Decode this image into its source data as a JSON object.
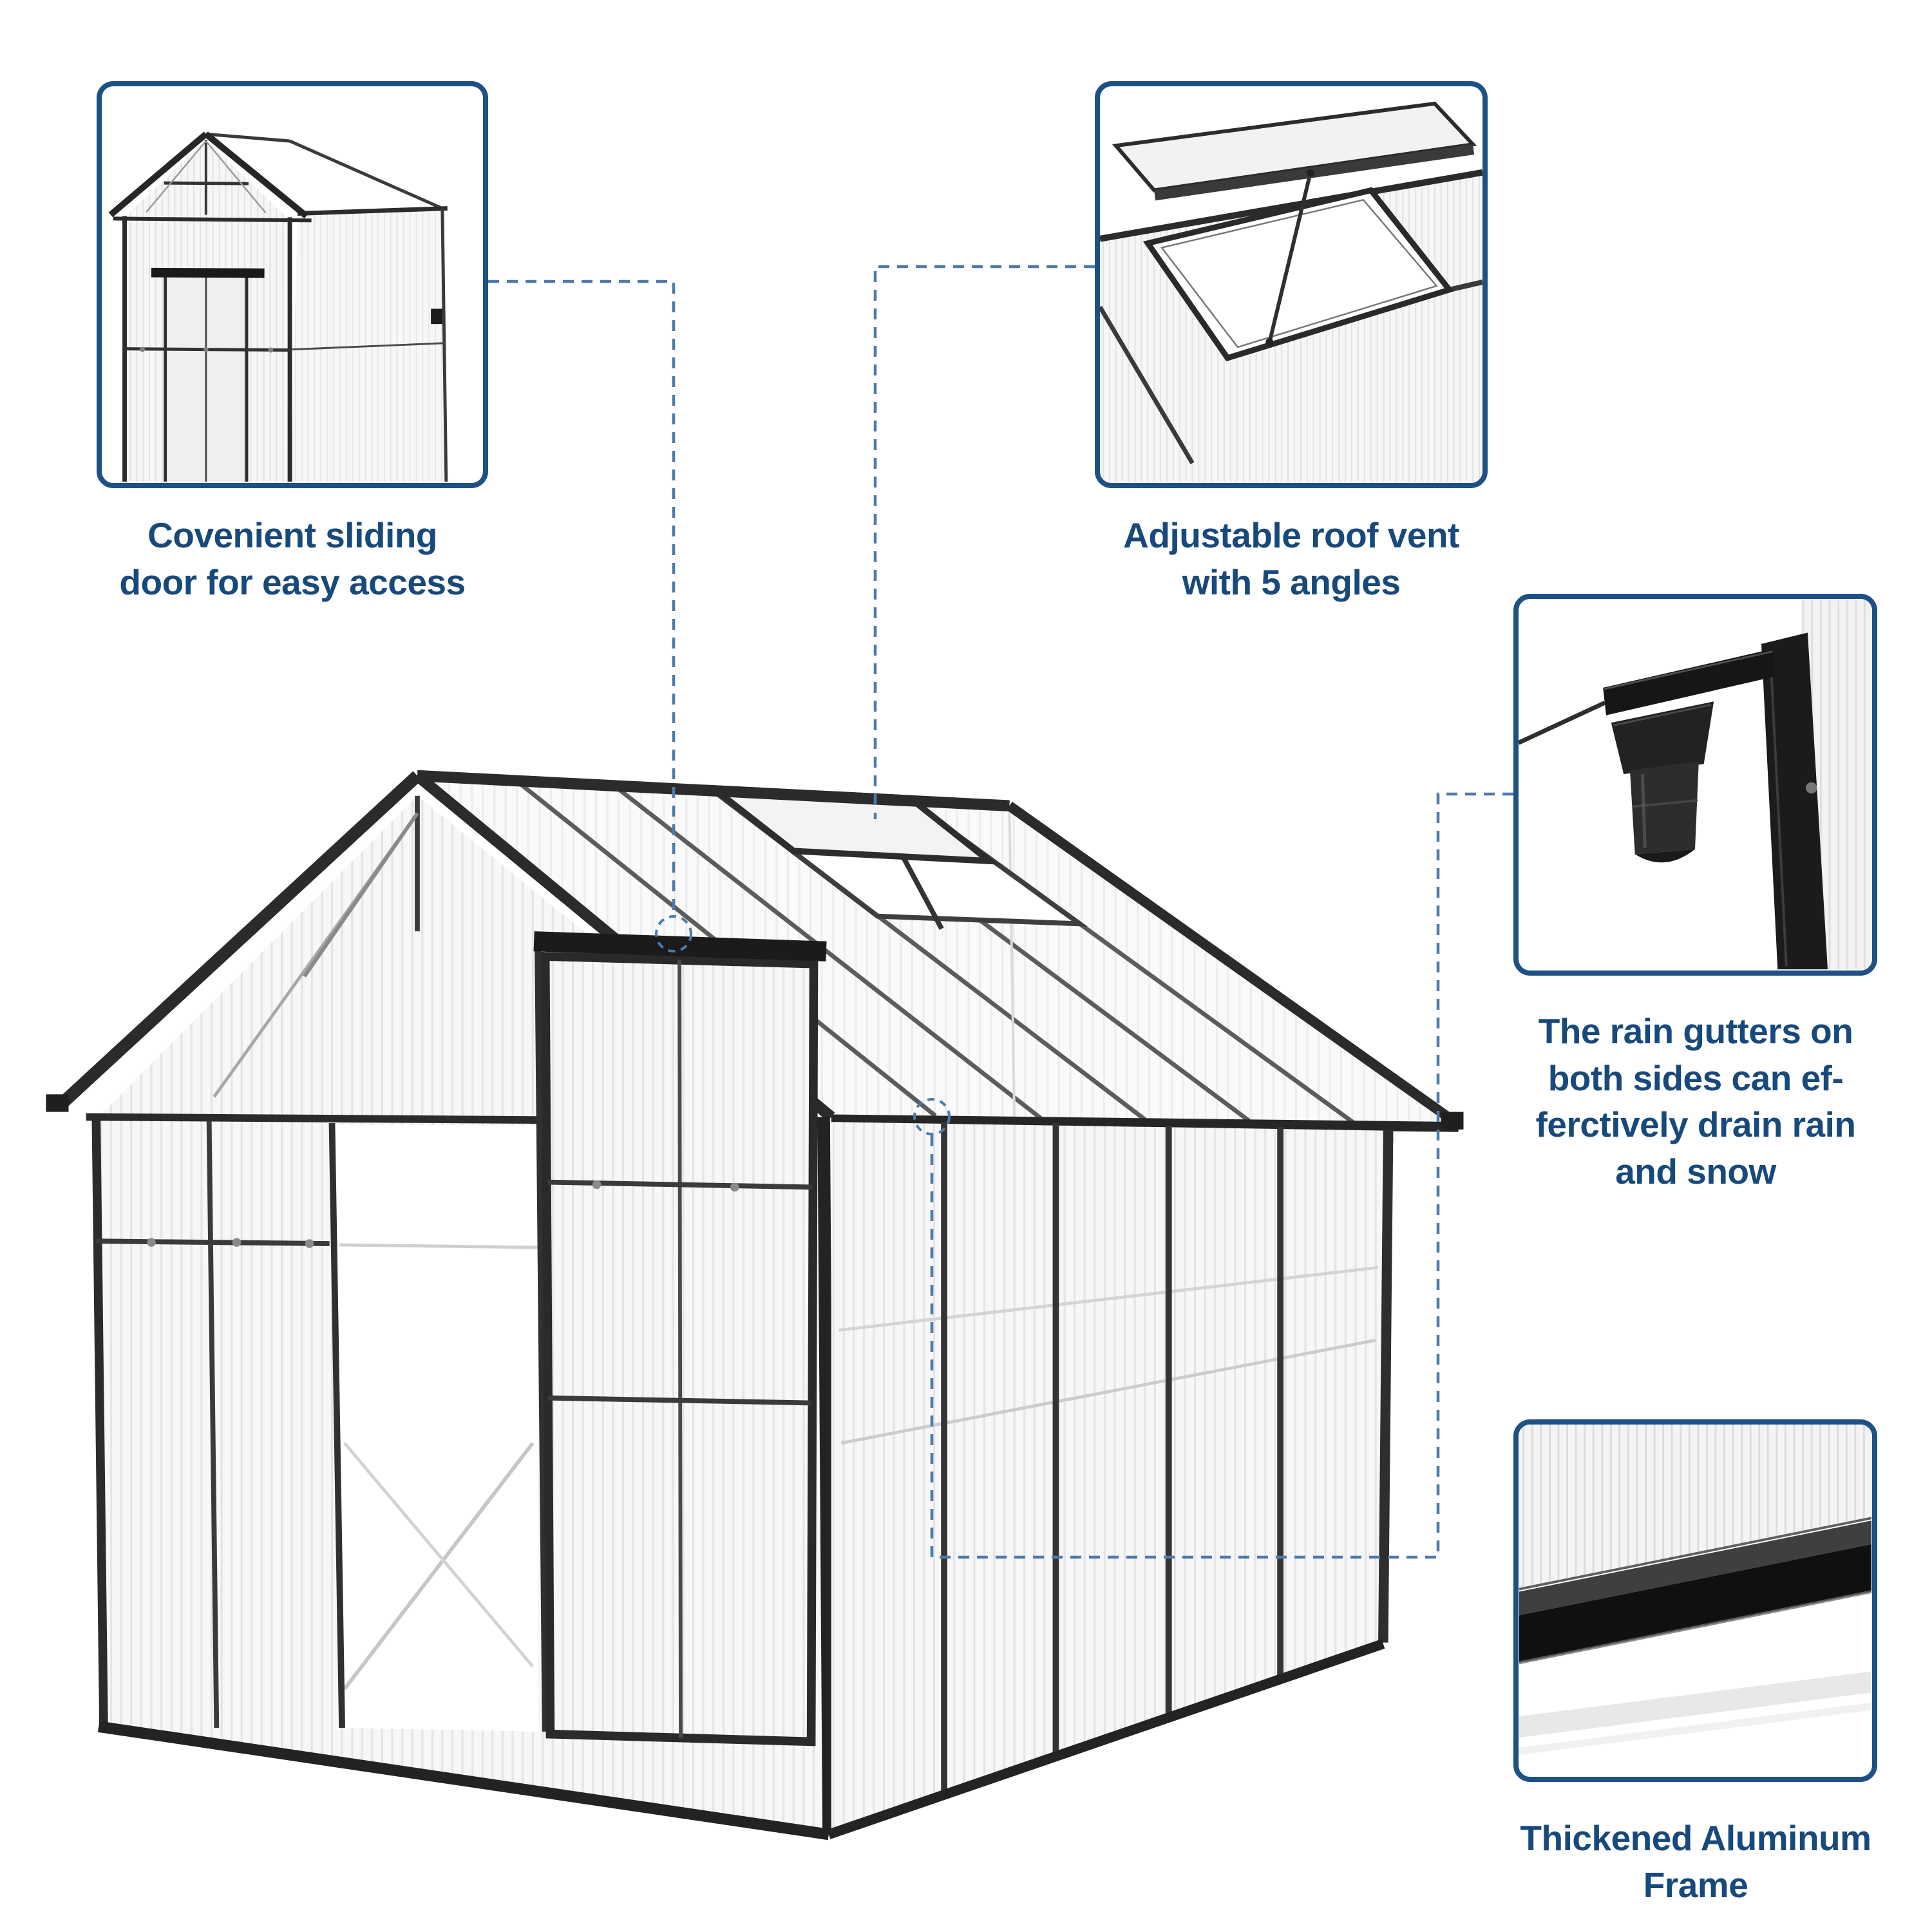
{
  "colors": {
    "accent_text": "#17497b",
    "callout_border": "#1d5186",
    "leader_line": "#4c7bab",
    "frame_dark": "#2e2e2e",
    "panel_light": "#f6f6f6"
  },
  "features": [
    {
      "id": "sliding-door",
      "caption_lines": [
        "Covenient sliding",
        "door for easy access"
      ]
    },
    {
      "id": "roof-vent",
      "caption_lines": [
        "Adjustable roof vent",
        "with 5 angles"
      ]
    },
    {
      "id": "rain-gutter",
      "caption_lines": [
        "The rain gutters on",
        "both sides can ef-",
        "ferctively drain rain",
        "and snow"
      ]
    },
    {
      "id": "aluminum-frame",
      "caption_lines": [
        "Thickened Aluminum",
        "Frame"
      ]
    }
  ]
}
